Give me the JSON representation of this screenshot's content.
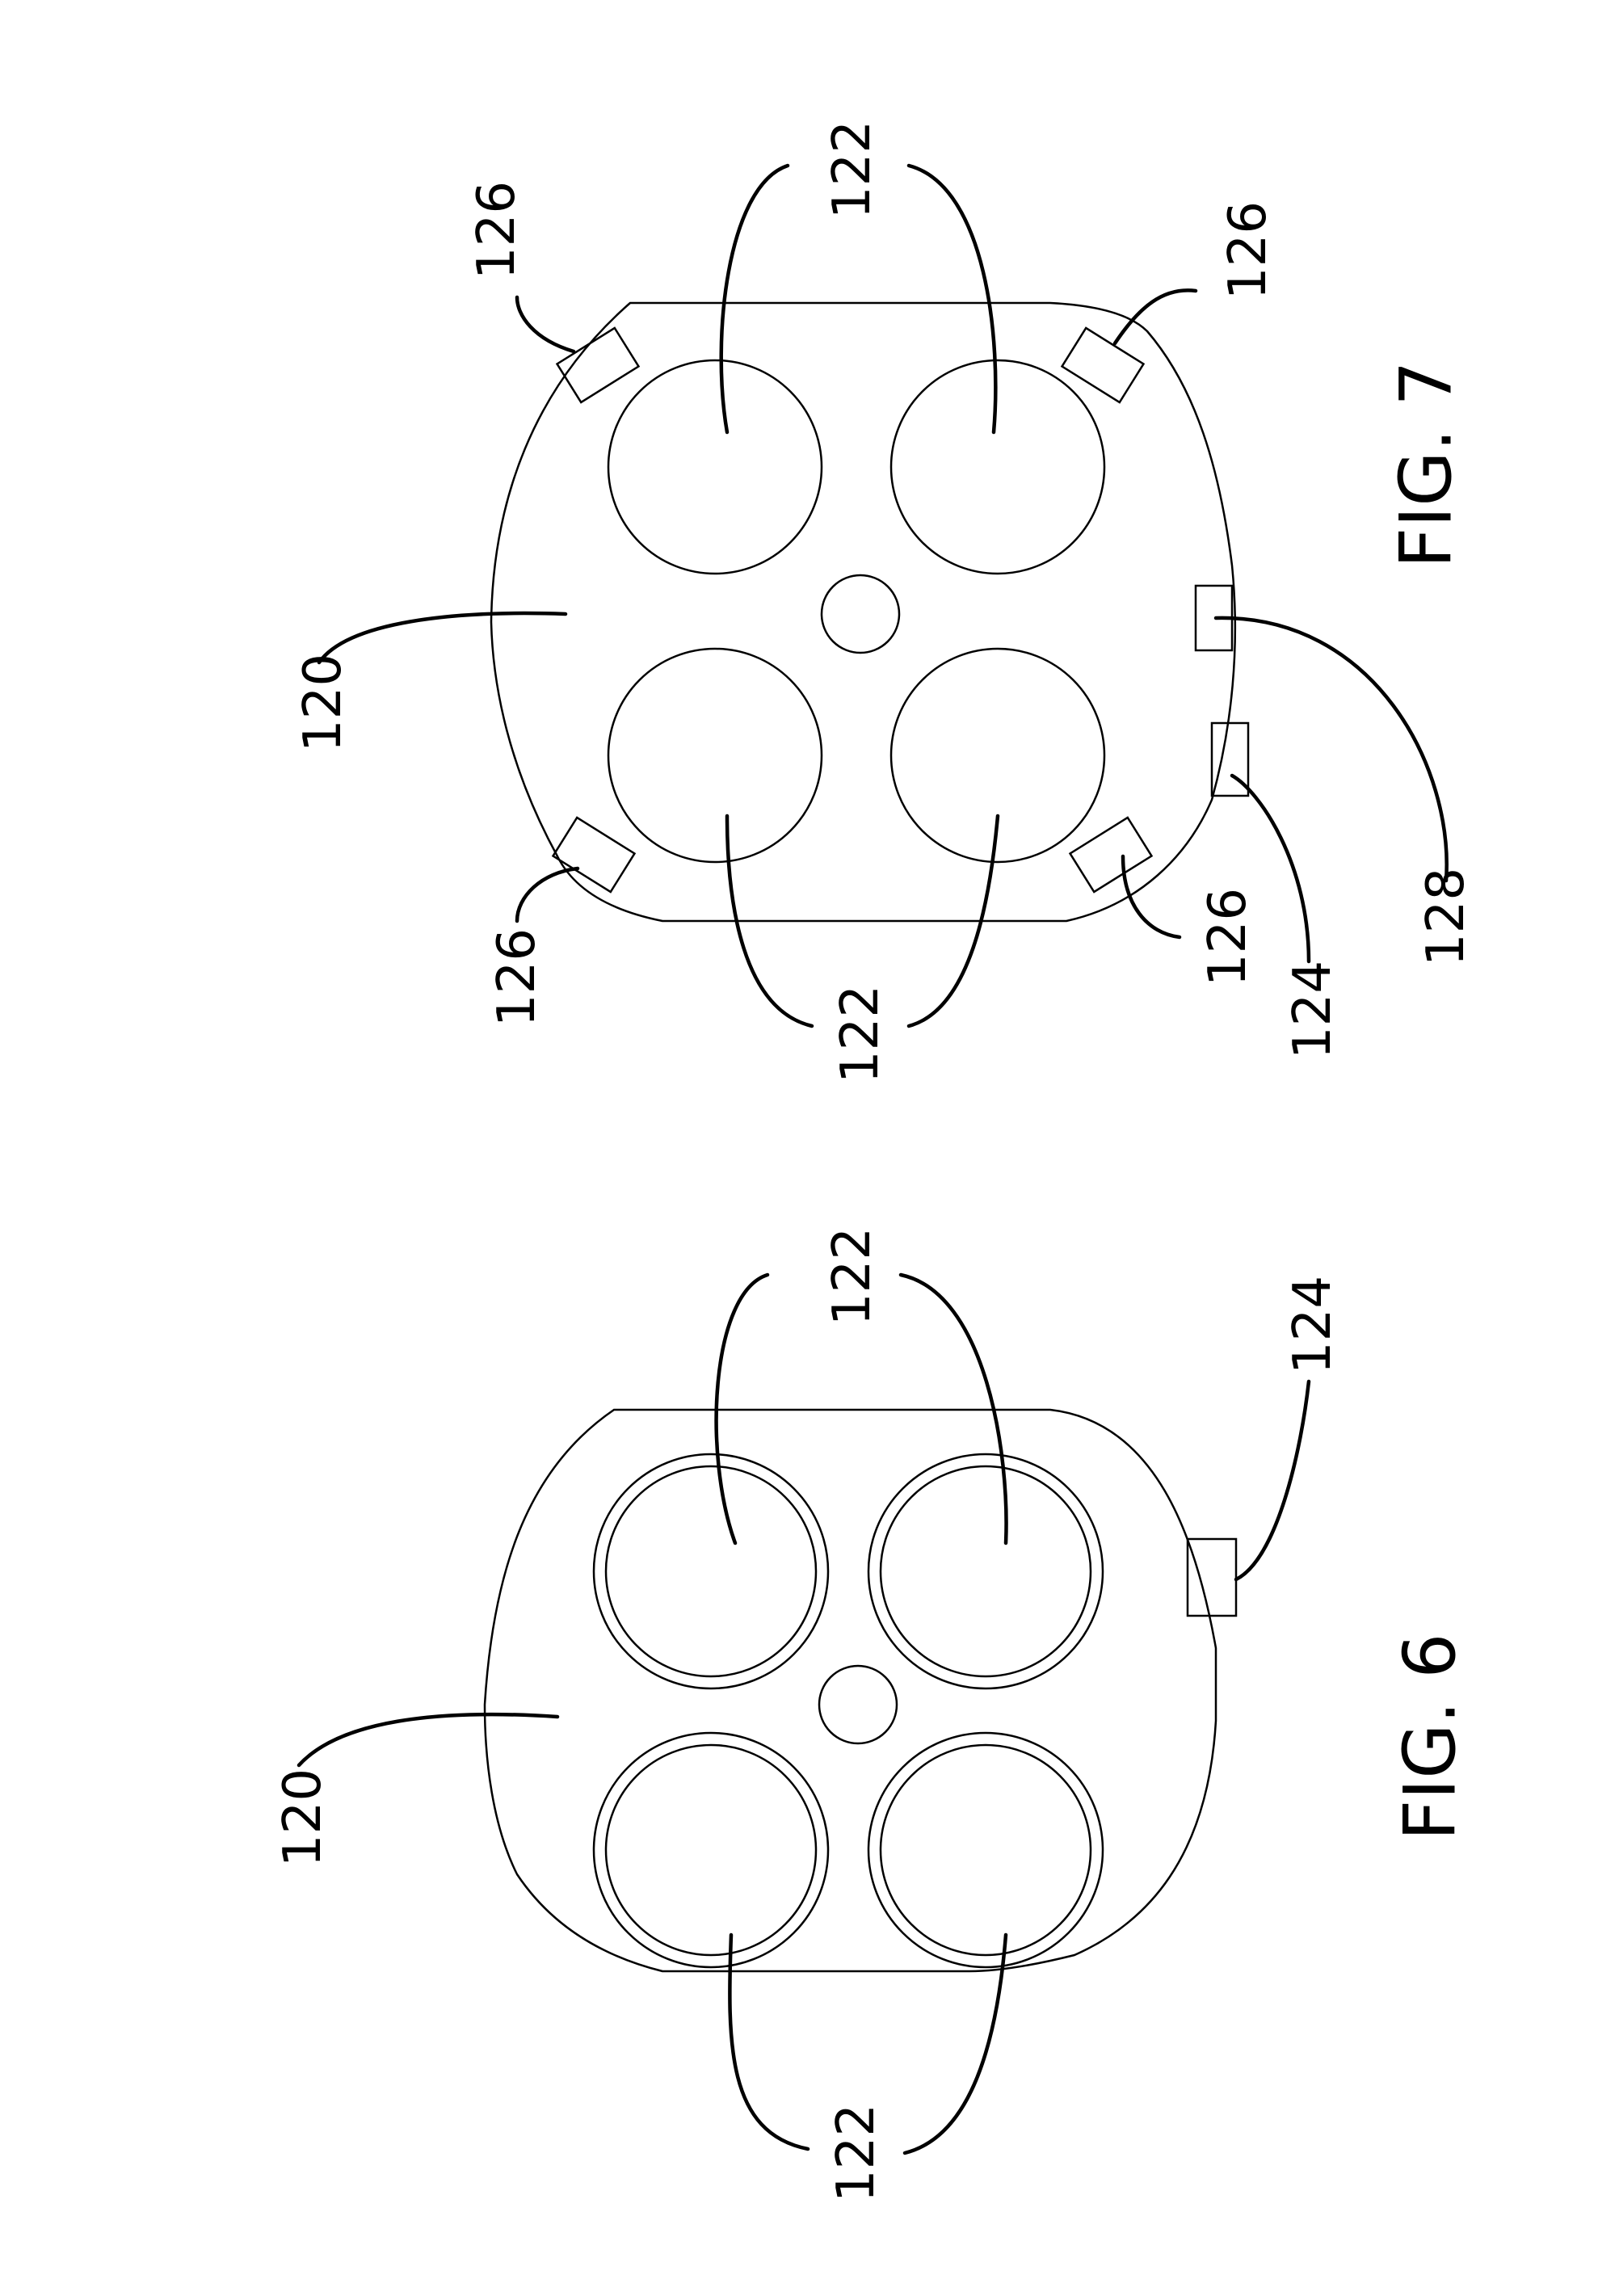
{
  "figures": [
    {
      "caption": "FIG. 6",
      "labels": {
        "body": "120",
        "hole_top_left": "122",
        "hole_top_right": "122",
        "hole_bottom_left": "122",
        "hole_bottom_right": "122",
        "tab": "124"
      }
    },
    {
      "caption": "FIG. 7",
      "labels": {
        "body": "120",
        "hole_top_left": "122",
        "hole_top_right": "122",
        "hole_bottom_left": "122",
        "hole_bottom_right": "122",
        "clip_top_left": "126",
        "clip_top_right": "126",
        "clip_bottom_left": "126",
        "clip_bottom_right": "126",
        "tab": "124",
        "notch": "128"
      }
    }
  ]
}
